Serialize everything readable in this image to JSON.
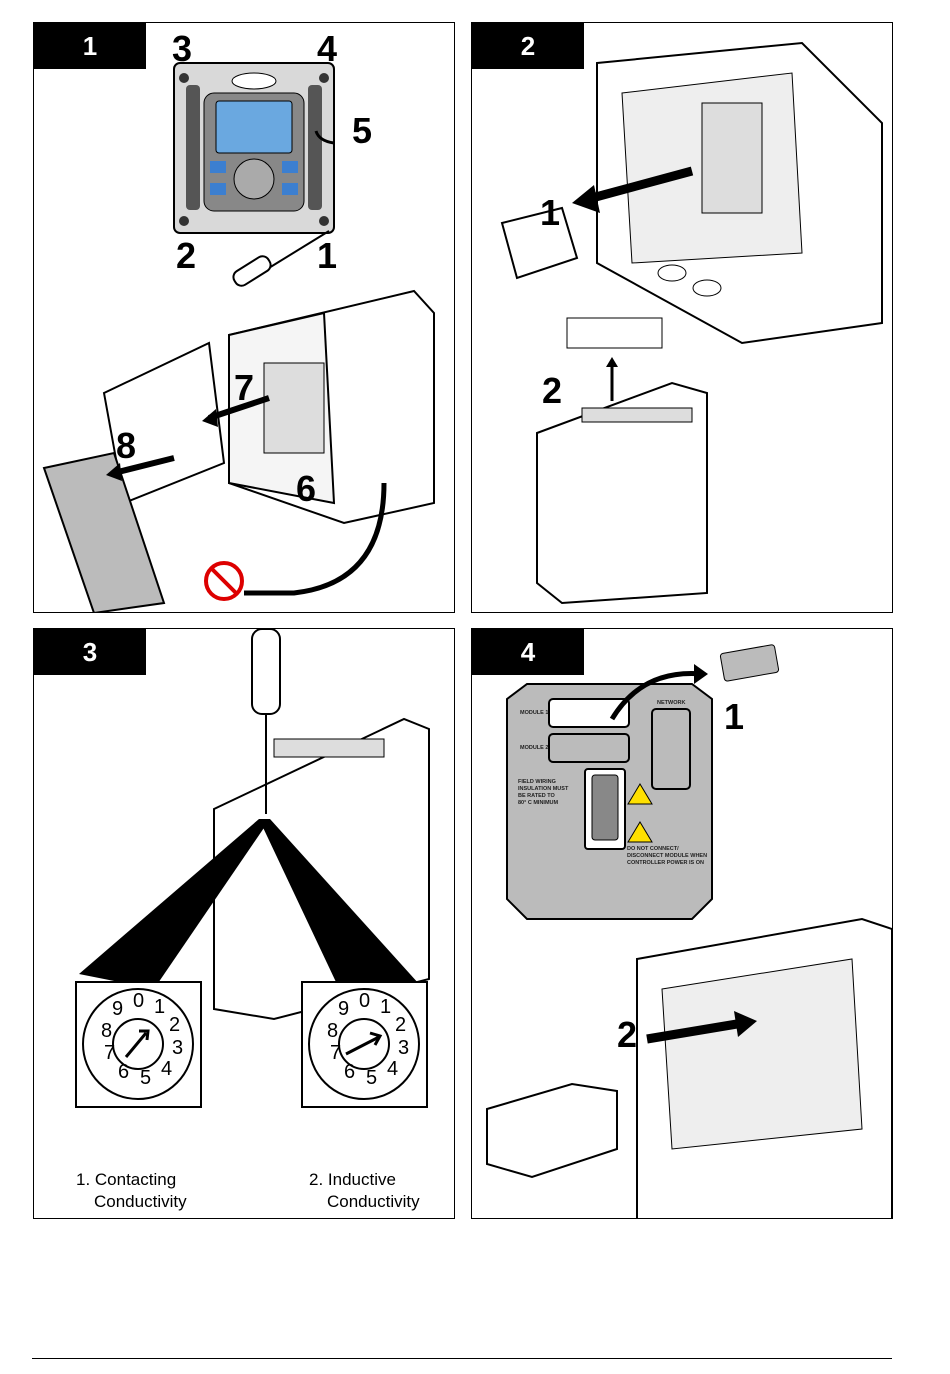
{
  "panels": [
    {
      "step": "1",
      "callouts": [
        "3",
        "4",
        "5",
        "2",
        "1",
        "7",
        "8",
        "6"
      ],
      "icons": [
        "controller-front-icon",
        "screwdriver-icon",
        "open-enclosure-icon",
        "no-power-plug-icon"
      ]
    },
    {
      "step": "2",
      "callouts": [
        "1",
        "2"
      ],
      "icons": [
        "enclosure-interior-icon",
        "connector-cover-icon",
        "terminal-block-icon",
        "module-icon"
      ]
    },
    {
      "step": "3",
      "callouts": [],
      "icons": [
        "screwdriver-icon",
        "module-icon",
        "rotary-switch-icon"
      ],
      "dials": [
        {
          "digits": [
            "0",
            "1",
            "2",
            "3",
            "4",
            "5",
            "6",
            "7",
            "8",
            "9"
          ],
          "caption_line1": "1. Contacting",
          "caption_line2": "Conductivity"
        },
        {
          "digits": [
            "0",
            "1",
            "2",
            "3",
            "4",
            "5",
            "6",
            "7",
            "8",
            "9"
          ],
          "caption_line1": "2. Inductive",
          "caption_line2": "Conductivity"
        }
      ]
    },
    {
      "step": "4",
      "callouts": [
        "1",
        "2"
      ],
      "icons": [
        "label-plate-icon",
        "cover-piece-icon",
        "enclosure-interior-icon",
        "module-icon",
        "warning-icon",
        "electrical-hazard-icon"
      ],
      "label_plate": {
        "module1": "MODULE 1",
        "module2": "MODULE 2",
        "network": "NETWORK",
        "field_wiring": [
          "FIELD WIRING",
          "INSULATION MUST",
          "BE RATED TO",
          "80° C MINIMUM"
        ],
        "warning": [
          "DO NOT CONNECT/",
          "DISCONNECT MODULE WHEN",
          "CONTROLLER POWER IS ON"
        ]
      }
    }
  ]
}
